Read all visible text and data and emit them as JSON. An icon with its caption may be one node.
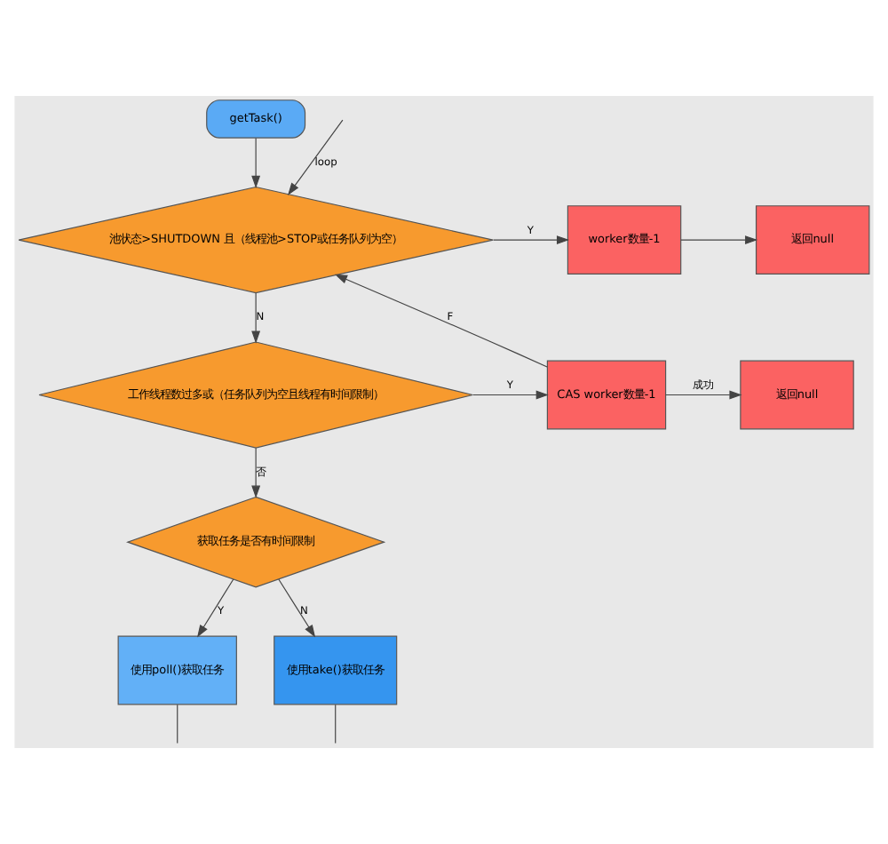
{
  "diagram": {
    "nodes": [
      {
        "text": [
          "getTask()"
        ]
      },
      {
        "text": [
          "池状态>SHUTDOWN 且（线程池>STOP或任务队列为空）"
        ]
      },
      {
        "text": [
          "worker数量-1"
        ]
      },
      {
        "text": [
          "返回null"
        ]
      },
      {
        "text": [
          "工作线程数过多或（任务队列为空且线程有时间限制）"
        ]
      },
      {
        "text": [
          "CAS worker数量-1"
        ]
      },
      {
        "text": [
          "返回null"
        ]
      },
      {
        "text": [
          "获取任务是否有时间限制"
        ]
      },
      {
        "text": [
          "使用poll()获取任务"
        ]
      },
      {
        "text": [
          "使用take()获取任务"
        ]
      }
    ],
    "edges": [
      {
        "from": 0,
        "to": 1,
        "arrow": "to"
      },
      {
        "from": 1,
        "to": 2,
        "arrow": "to",
        "label": "Y"
      },
      {
        "from": 2,
        "to": 3,
        "arrow": "to"
      },
      {
        "from": 1,
        "to": 4,
        "arrow": "to",
        "label": "N"
      },
      {
        "from": 4,
        "to": 5,
        "arrow": "to",
        "label": "Y"
      },
      {
        "from": 5,
        "to": 6,
        "arrow": "to",
        "label": "成功"
      },
      {
        "from": 4,
        "to": 7,
        "arrow": "to",
        "label": "否"
      },
      {
        "from": 5,
        "to": 1,
        "arrow": "to",
        "label": "F"
      },
      {
        "from": null,
        "to": 1,
        "arrow": "to",
        "label": "loop"
      },
      {
        "from": 7,
        "to": 8,
        "arrow": "to",
        "label": "Y"
      },
      {
        "from": 7,
        "to": 9,
        "arrow": "to",
        "label": "N"
      },
      {
        "from": 8,
        "to": null,
        "arrow": "none"
      },
      {
        "from": 9,
        "to": null,
        "arrow": "none"
      }
    ]
  }
}
